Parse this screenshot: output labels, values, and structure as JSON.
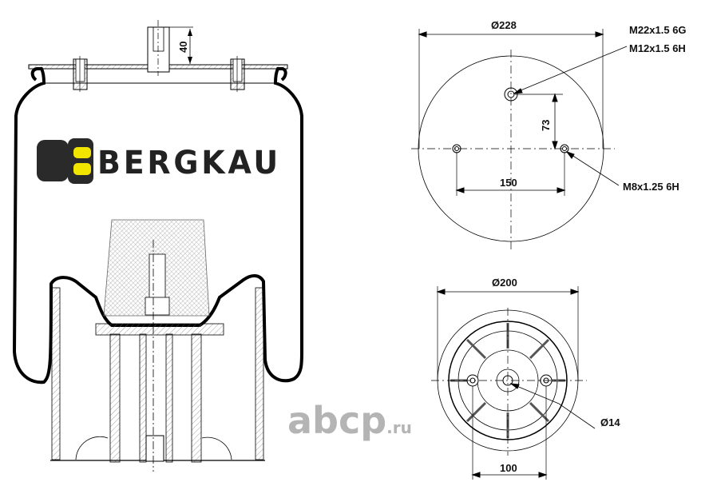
{
  "side_view": {
    "brand_logo": "BERGKAU",
    "dim_stud_height": "40"
  },
  "top_view": {
    "dim_diameter": "Ø228",
    "thread_center_1": "M22x1.5 6G",
    "thread_center_2": "M12x1.5 6H",
    "dim_offset": "73",
    "dim_bolt_spacing": "150",
    "thread_bolts": "M8x1.25 6H"
  },
  "bottom_view": {
    "dim_diameter": "Ø200",
    "dim_hole": "Ø14",
    "dim_bolt_spacing": "100"
  },
  "watermark": {
    "main": "abcp",
    "suffix": ".ru"
  },
  "colors": {
    "line": "#000000",
    "logo_yellow": "#f2e600",
    "logo_dark": "#2a2a2a",
    "watermark": "#b4b4b4"
  }
}
